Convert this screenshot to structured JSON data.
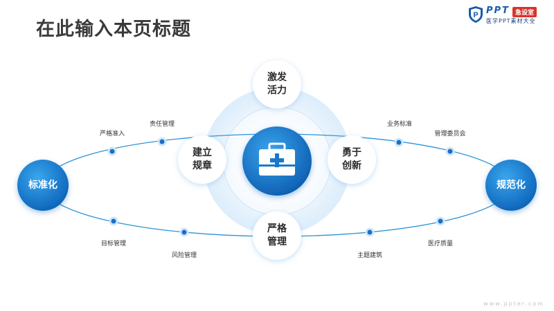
{
  "slide": {
    "title": "在此输入本页标题",
    "watermark": "www.ppter.com"
  },
  "logo": {
    "brand": "PPT",
    "badge": "急设室",
    "subtitle": "医学PPT素材大全",
    "icon": "shield-p-icon"
  },
  "center": {
    "icon": "medical-kit-icon"
  },
  "inner_circles": {
    "top": "激发\n活力",
    "left": "建立\n规章",
    "right": "勇于\n创新",
    "bottom": "严格\n管理"
  },
  "ends": {
    "left": "标准化",
    "right": "规范化"
  },
  "nodes": [
    {
      "label": "严格准入"
    },
    {
      "label": "责任管理"
    },
    {
      "label": "业务标准"
    },
    {
      "label": "管理委员会"
    },
    {
      "label": "目标管理"
    },
    {
      "label": "风险管理"
    },
    {
      "label": "主题建筑"
    },
    {
      "label": "医疗质量"
    }
  ],
  "colors": {
    "primary": "#1a7fd6",
    "dark_blue": "#0d5fb3",
    "light_blue": "#e3f1fc",
    "ring": "#2a93d8",
    "title": "#3a3a3a"
  }
}
